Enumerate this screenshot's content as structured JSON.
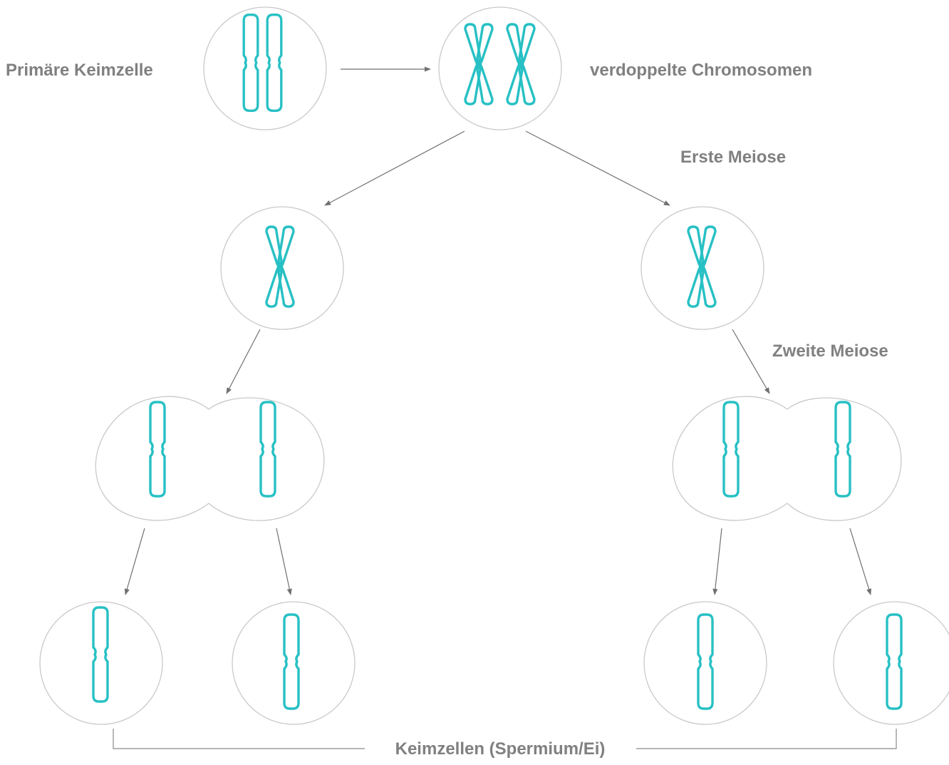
{
  "diagram": {
    "labels": {
      "primary_cell": "Primäre Keimzelle",
      "duplicated": "verdoppelte Chromosomen",
      "first_meiosis": "Erste Meiose",
      "second_meiosis": "Zweite Meiose",
      "gametes": "Keimzellen (Spermium/Ei)"
    },
    "colors": {
      "chromosome": "#27c0c4",
      "cell_outline": "#c9c9c9",
      "arrow": "#707070",
      "label": "#808080"
    }
  }
}
